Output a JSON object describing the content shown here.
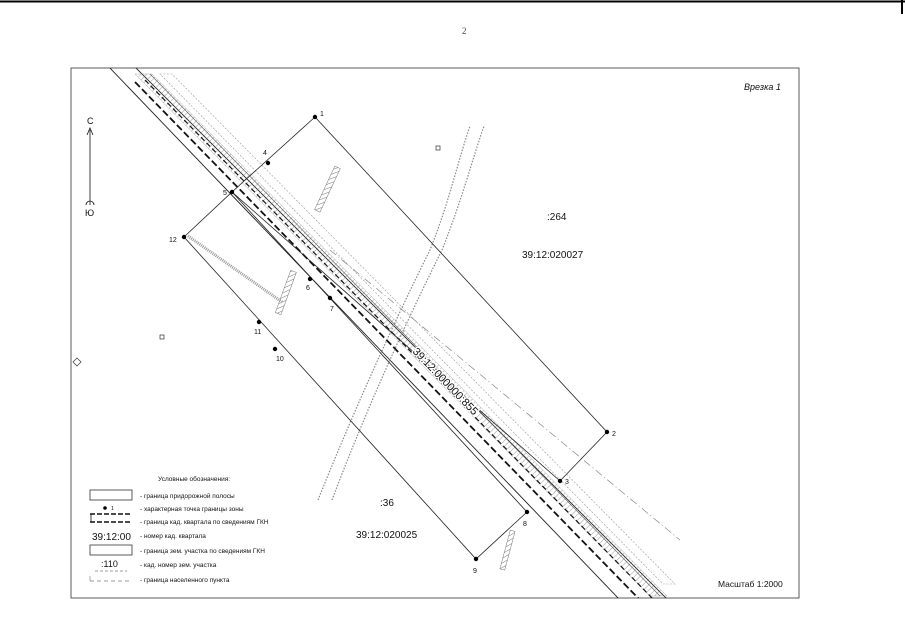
{
  "page": {
    "number": "2"
  },
  "map": {
    "inset_title": "Врезка 1",
    "scale_label": "Масштаб 1:2000",
    "north_label": "С",
    "south_label": "Ю",
    "parcel_264": ":264",
    "quarter_027": "39:12:020027",
    "parcel_36": ":36",
    "quarter_025": "39:12:020025",
    "road_parcel": "39:12:000000:855",
    "points": [
      "1",
      "2",
      "3",
      "4",
      "5",
      "6",
      "7",
      "8",
      "9",
      "10",
      "11",
      "12"
    ]
  },
  "legend": {
    "title": "Условные обозначения:",
    "items": [
      {
        "symbol": "",
        "text": "- граница придорожной полосы"
      },
      {
        "symbol": "1",
        "text": "- характерная точка границы зоны"
      },
      {
        "symbol": "",
        "text": "- граница кад. квартала по сведениям ГКН"
      },
      {
        "symbol": "39:12:00",
        "text": "- номер кад. квартала"
      },
      {
        "symbol": "",
        "text": "- граница зем. участка по сведениям ГКН"
      },
      {
        "symbol": ":110",
        "text": "- кад. номер зем. участка"
      },
      {
        "symbol": "",
        "text": "- граница населенного пункта"
      }
    ]
  }
}
